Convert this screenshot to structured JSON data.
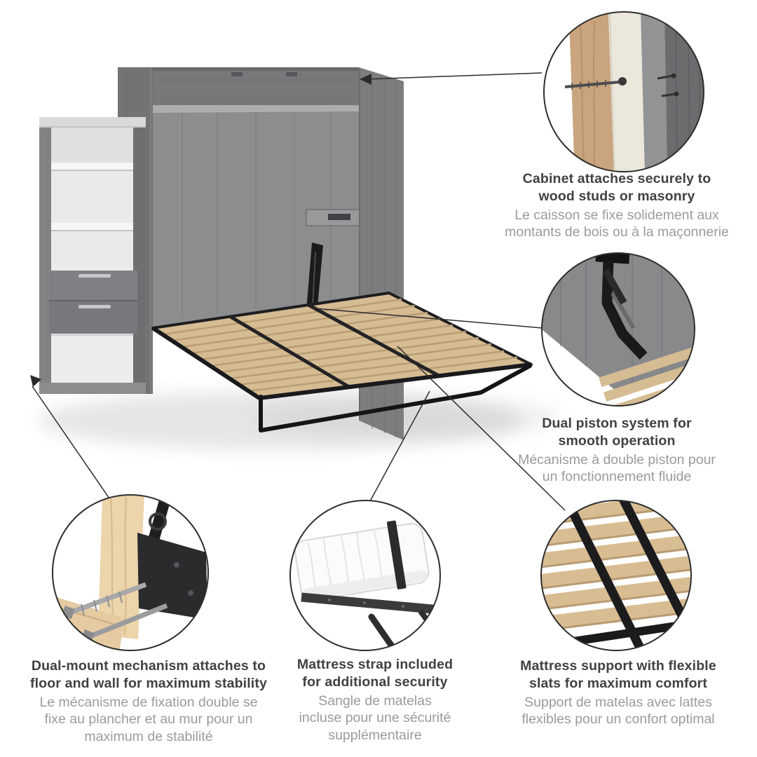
{
  "colors": {
    "text_primary": "#414141",
    "text_secondary": "#9b9b9b",
    "callout_line": "#2c2c2c",
    "cabinet_gray": "#7b7d7f",
    "slat_wood": "#d6bc93",
    "frame_black": "#1a1a1c",
    "stud_wood": "#c9a47e",
    "wall_cream": "#ebe7db",
    "pine_wood": "#ecd4ab"
  },
  "callouts": [
    {
      "id": "cabinet-mount",
      "icon": "wall-stud-detail-icon",
      "en": "Cabinet attaches securely to wood studs or masonry",
      "fr": "Le caisson se fixe solidement aux montants de bois ou à la maçonnerie",
      "en_lines": [
        "Cabinet attaches securely to",
        "wood studs or masonry"
      ],
      "fr_lines": [
        "Le caisson se fixe solidement aux",
        "montants de bois ou à la maçonnerie"
      ]
    },
    {
      "id": "dual-piston",
      "icon": "piston-detail-icon",
      "en": "Dual piston system for smooth operation",
      "fr": "Mécanisme à double piston pour un fonctionnement fluide",
      "en_lines": [
        "Dual piston system for",
        "smooth operation"
      ],
      "fr_lines": [
        "Mécanisme à double piston pour",
        "un fonctionnement fluide"
      ]
    },
    {
      "id": "dual-mount",
      "icon": "floor-mount-detail-icon",
      "en": "Dual-mount mechanism attaches to floor and wall for maximum stability",
      "fr": "Le mécanisme de fixation double se fixe au plancher et au mur pour un maximum de stabilité",
      "en_lines": [
        "Dual-mount mechanism attaches to",
        "floor and wall for maximum stability"
      ],
      "fr_lines": [
        "Le mécanisme de fixation double se",
        "fixe au plancher et au mur pour un",
        "maximum de stabilité"
      ]
    },
    {
      "id": "mattress-strap",
      "icon": "mattress-strap-detail-icon",
      "en": "Mattress strap included for additional security",
      "fr": "Sangle de matelas incluse pour une sécurité supplémentaire",
      "en_lines": [
        "Mattress strap included",
        "for additional security"
      ],
      "fr_lines": [
        "Sangle de matelas",
        "incluse pour une sécurité",
        "supplémentaire"
      ]
    },
    {
      "id": "flexible-slats",
      "icon": "slats-detail-icon",
      "en": "Mattress support with flexible slats for maximum comfort",
      "fr": "Support de matelas avec lattes flexibles pour un confort optimal",
      "en_lines": [
        "Mattress support with flexible",
        "slats for maximum comfort"
      ],
      "fr_lines": [
        "Support de matelas avec lattes",
        "flexibles pour un confort optimal"
      ]
    }
  ]
}
